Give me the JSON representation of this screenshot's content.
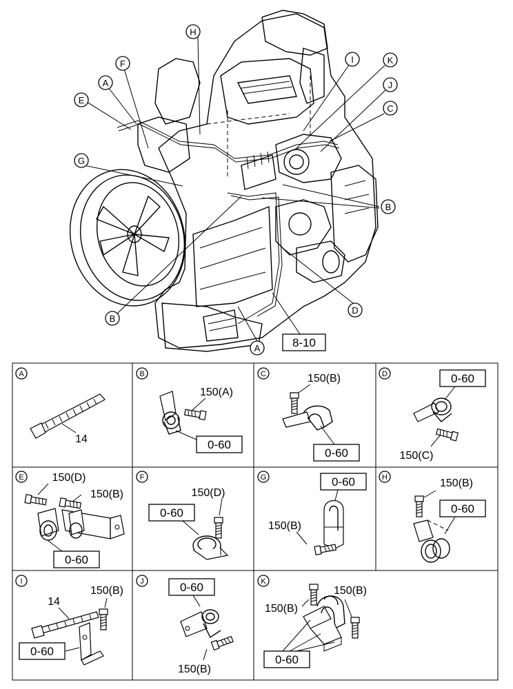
{
  "callouts": {
    "A": "A",
    "B": "B",
    "C": "C",
    "D": "D",
    "E": "E",
    "F": "F",
    "G": "G",
    "H": "H",
    "I": "I",
    "J": "J",
    "K": "K"
  },
  "ref_box": "8-10",
  "parts": {
    "tie": "14",
    "clip": "0-60",
    "bolt_a": "150(A)",
    "bolt_b": "150(B)",
    "bolt_c": "150(C)",
    "bolt_d": "150(D)"
  }
}
